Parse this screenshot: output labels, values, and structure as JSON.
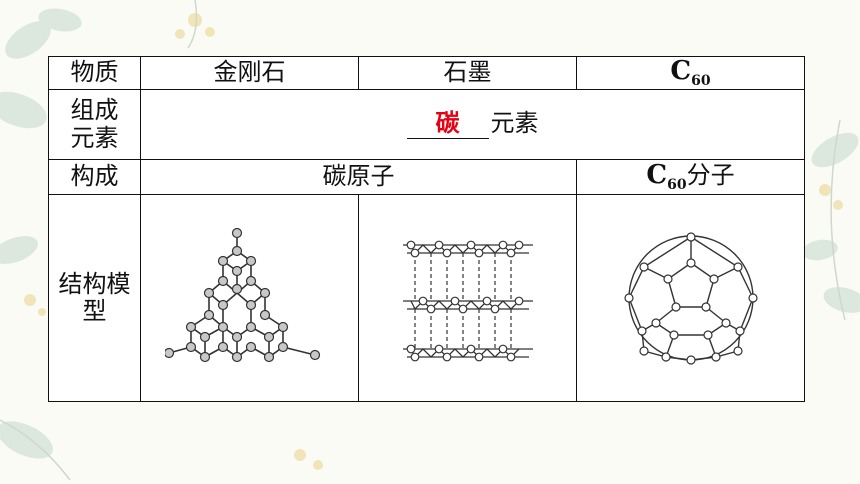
{
  "table": {
    "header": {
      "row_label": "物质",
      "diamond": "金刚石",
      "graphite": "石墨",
      "c60_symbol": "C",
      "c60_subscript": "60"
    },
    "composition": {
      "row_label_line1": "组成",
      "row_label_line2": "元素",
      "answer": "碳",
      "suffix": "元素"
    },
    "structure": {
      "row_label": "构成",
      "atoms_text": "碳原子",
      "c60_symbol": "C",
      "c60_subscript": "60",
      "c60_suffix": "分子"
    },
    "model": {
      "row_label_line1": "结构模",
      "row_label_line2": "型"
    }
  },
  "colors": {
    "answer": "#e60012",
    "border": "#111111"
  }
}
